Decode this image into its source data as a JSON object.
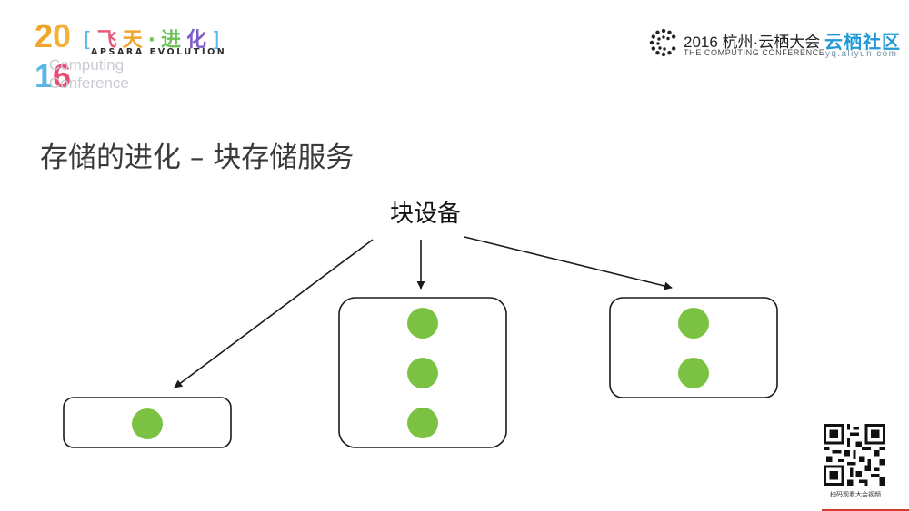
{
  "header": {
    "year_top_a": "2",
    "year_top_b": "0",
    "year_bottom_a": "1",
    "year_bottom_b": "6",
    "event_title_open": "[",
    "event_title_chars": [
      "飞",
      "天",
      "·",
      "进",
      "化"
    ],
    "event_title_close": "]",
    "event_subtitle": "APSARA EVOLUTION",
    "ghost_line_1": "Computing",
    "ghost_line_2": "Conference",
    "conference_title": "2016 杭州·云栖大会",
    "conference_subtitle": "THE COMPUTING CONFERENCE",
    "brand_name": "云栖社区",
    "brand_url": "yq.aliyun.com"
  },
  "slide": {
    "title": "存储的进化 – 块存储服务"
  },
  "diagram": {
    "root_label": "块设备",
    "children": [
      {
        "name": "small",
        "dots": 1
      },
      {
        "name": "middle",
        "dots": 3
      },
      {
        "name": "right",
        "dots": 2
      }
    ],
    "colors": {
      "dot": "#7cc242",
      "box_stroke": "#1a1a1a",
      "arrow": "#1a1a1a"
    }
  },
  "footer": {
    "qr_caption": "扫码观看大会视频"
  }
}
